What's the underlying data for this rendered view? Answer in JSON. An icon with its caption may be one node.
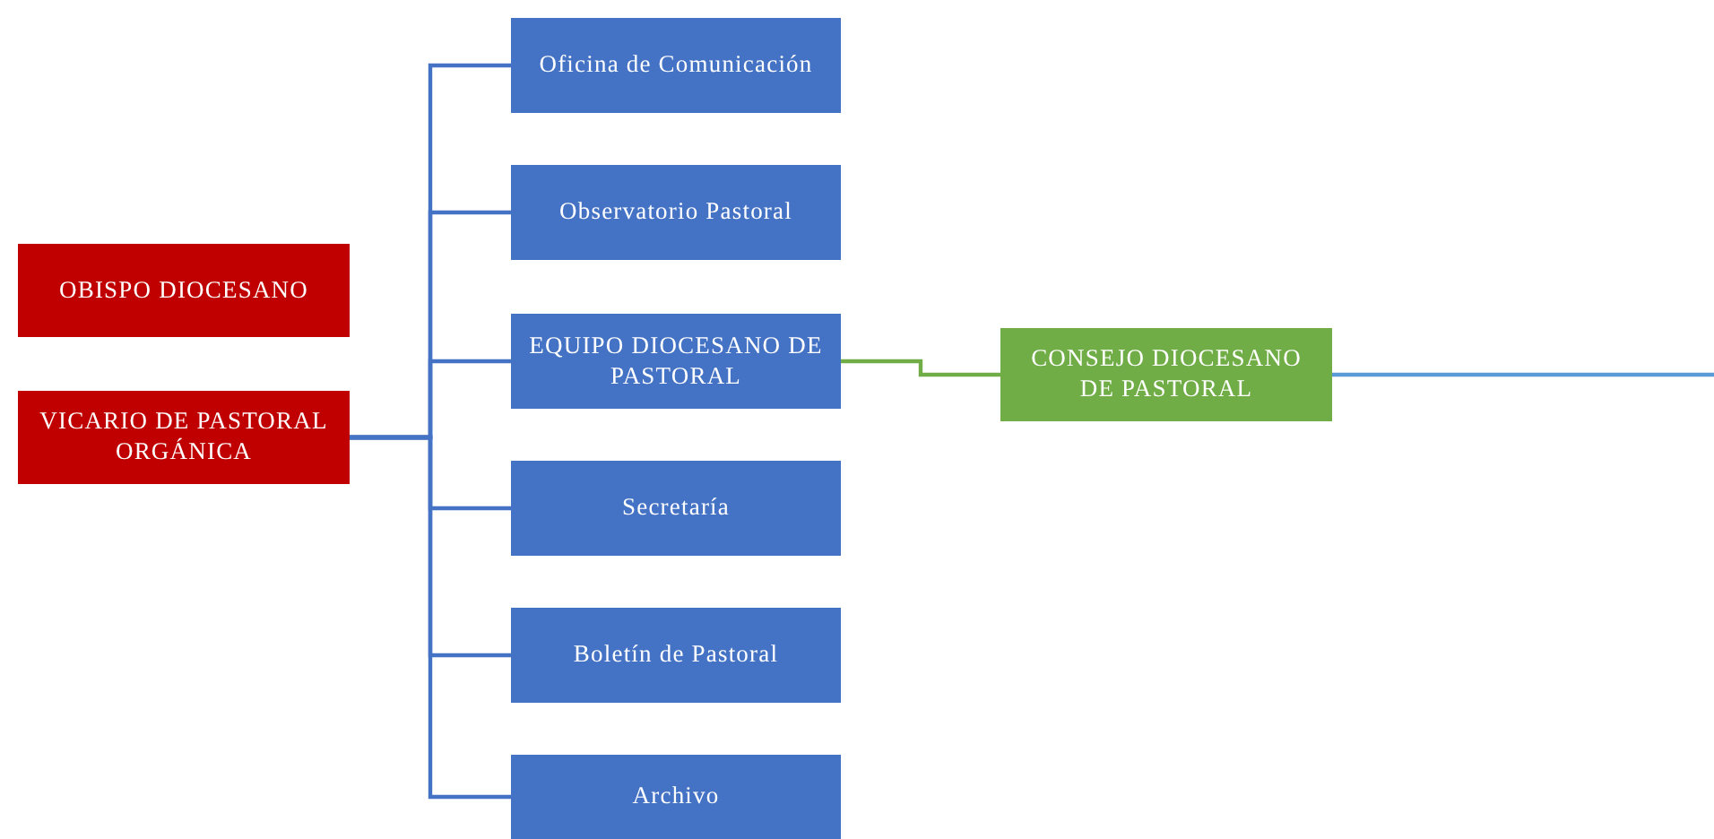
{
  "diagram": {
    "nodes": [
      {
        "text": [
          "OBISPO DIOCESANO"
        ]
      },
      {
        "text": [
          "VICARIO DE PASTORAL ORGÁNICA"
        ]
      },
      {
        "text": [
          "Oficina de Comunicación"
        ]
      },
      {
        "text": [
          "Observatorio Pastoral"
        ]
      },
      {
        "text": [
          "EQUIPO DIOCESANO DE PASTORAL"
        ]
      },
      {
        "text": [
          "Secretaría"
        ]
      },
      {
        "text": [
          "Boletín de Pastoral"
        ]
      },
      {
        "text": [
          "Archivo"
        ]
      },
      {
        "text": [
          "CONSEJO DIOCESANO DE PASTORAL"
        ]
      }
    ],
    "edges": [
      {
        "from": 1,
        "to": 2,
        "arrow": "none"
      },
      {
        "from": 1,
        "to": 3,
        "arrow": "none"
      },
      {
        "from": 1,
        "to": 4,
        "arrow": "none"
      },
      {
        "from": 1,
        "to": 5,
        "arrow": "none"
      },
      {
        "from": 1,
        "to": 6,
        "arrow": "none"
      },
      {
        "from": 1,
        "to": 7,
        "arrow": "none"
      },
      {
        "from": 4,
        "to": 8,
        "arrow": "none",
        "color": "#70ad47"
      },
      {
        "from": 8,
        "to": null,
        "arrow": "none",
        "color": "#5b9bd5"
      }
    ]
  }
}
